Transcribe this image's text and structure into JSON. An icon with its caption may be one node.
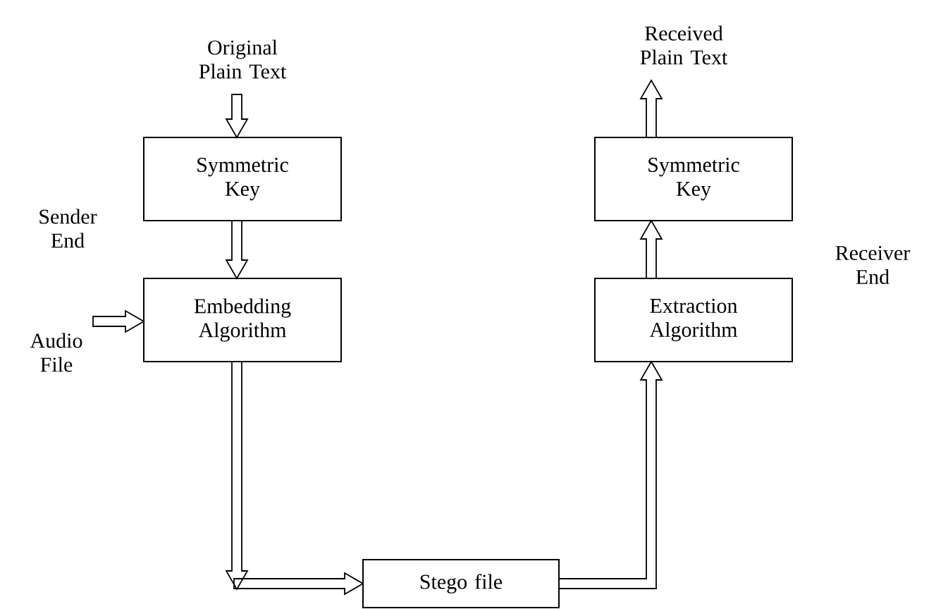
{
  "diagram": {
    "nodes": [
      {
        "text": [
          "Original Plain Text"
        ]
      },
      {
        "text": [
          "Symmetric Key"
        ]
      },
      {
        "text": [
          "Embedding Algorithm"
        ]
      },
      {
        "text": [
          "Audio File"
        ]
      },
      {
        "text": [
          "Stego file"
        ]
      },
      {
        "text": [
          "Extraction Algorithm"
        ]
      },
      {
        "text": [
          "Symmetric Key"
        ]
      },
      {
        "text": [
          "Received Plain Text"
        ]
      }
    ],
    "edges": [
      {
        "from": 0,
        "to": 1,
        "arrow": "to"
      },
      {
        "from": 1,
        "to": 2,
        "arrow": "to"
      },
      {
        "from": 3,
        "to": 2,
        "arrow": "to"
      },
      {
        "from": 2,
        "to": 4,
        "arrow": "to"
      },
      {
        "from": 4,
        "to": 5,
        "arrow": "to"
      },
      {
        "from": 5,
        "to": 6,
        "arrow": "to"
      },
      {
        "from": 6,
        "to": 7,
        "arrow": "to"
      }
    ],
    "labels": [
      "Sender End",
      "Receiver End"
    ]
  }
}
